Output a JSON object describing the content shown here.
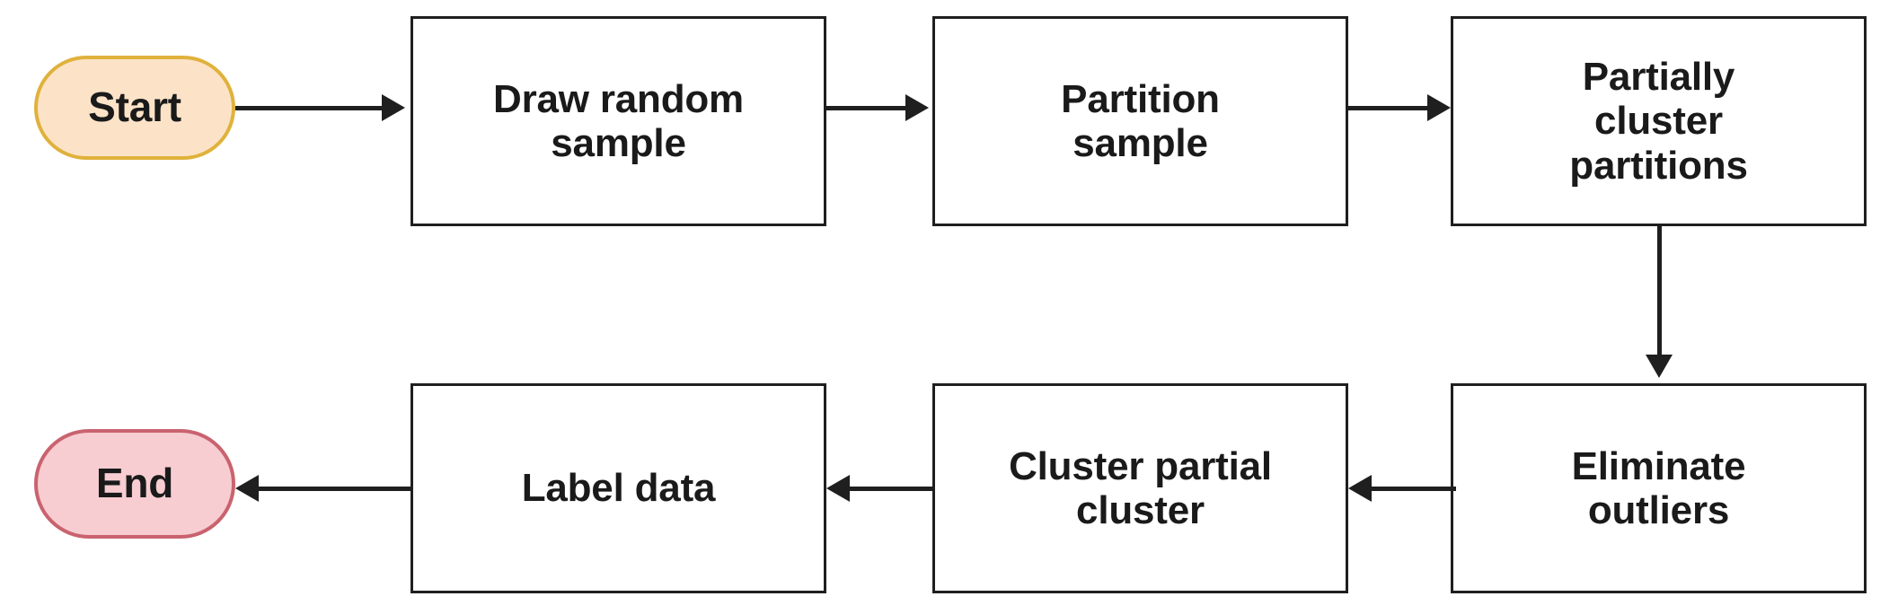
{
  "diagram": {
    "title": "Clustering pipeline flowchart",
    "background_color": "#ffffff",
    "line_color": "#1f1f1f",
    "nodes": [
      {
        "id": "start",
        "label": "Start",
        "shape": "terminator",
        "fill": "#fce3c8",
        "stroke": "#e0b23c",
        "text_color": "#1a1a1a"
      },
      {
        "id": "draw-random-sample",
        "label": "Draw random\nsample",
        "shape": "process",
        "fill": "#ffffff",
        "stroke": "#1f1f1f",
        "text_color": "#1a1a1a"
      },
      {
        "id": "partition-sample",
        "label": "Partition\nsample",
        "shape": "process",
        "fill": "#ffffff",
        "stroke": "#1f1f1f",
        "text_color": "#1a1a1a"
      },
      {
        "id": "partially-cluster-partitions",
        "label": "Partially\ncluster\npartitions",
        "shape": "process",
        "fill": "#ffffff",
        "stroke": "#1f1f1f",
        "text_color": "#1a1a1a"
      },
      {
        "id": "eliminate-outliers",
        "label": "Eliminate\noutliers",
        "shape": "process",
        "fill": "#ffffff",
        "stroke": "#1f1f1f",
        "text_color": "#1a1a1a"
      },
      {
        "id": "cluster-partial-cluster",
        "label": "Cluster partial\ncluster",
        "shape": "process",
        "fill": "#ffffff",
        "stroke": "#1f1f1f",
        "text_color": "#1a1a1a"
      },
      {
        "id": "label-data",
        "label": "Label data",
        "shape": "process",
        "fill": "#ffffff",
        "stroke": "#1f1f1f",
        "text_color": "#1a1a1a"
      },
      {
        "id": "end",
        "label": "End",
        "shape": "terminator",
        "fill": "#f7cdd1",
        "stroke": "#c9636f",
        "text_color": "#1a1a1a"
      }
    ],
    "edges": [
      {
        "id": "start-to-draw",
        "from": "start",
        "to": "draw-random-sample",
        "direction": "right"
      },
      {
        "id": "draw-to-partition",
        "from": "draw-random-sample",
        "to": "partition-sample",
        "direction": "right"
      },
      {
        "id": "partition-to-partially-cluster",
        "from": "partition-sample",
        "to": "partially-cluster-partitions",
        "direction": "right"
      },
      {
        "id": "partially-cluster-to-eliminate",
        "from": "partially-cluster-partitions",
        "to": "eliminate-outliers",
        "direction": "down"
      },
      {
        "id": "eliminate-to-cluster-partial",
        "from": "eliminate-outliers",
        "to": "cluster-partial-cluster",
        "direction": "left"
      },
      {
        "id": "cluster-partial-to-label",
        "from": "cluster-partial-cluster",
        "to": "label-data",
        "direction": "left"
      },
      {
        "id": "label-to-end",
        "from": "label-data",
        "to": "end",
        "direction": "left"
      }
    ]
  }
}
